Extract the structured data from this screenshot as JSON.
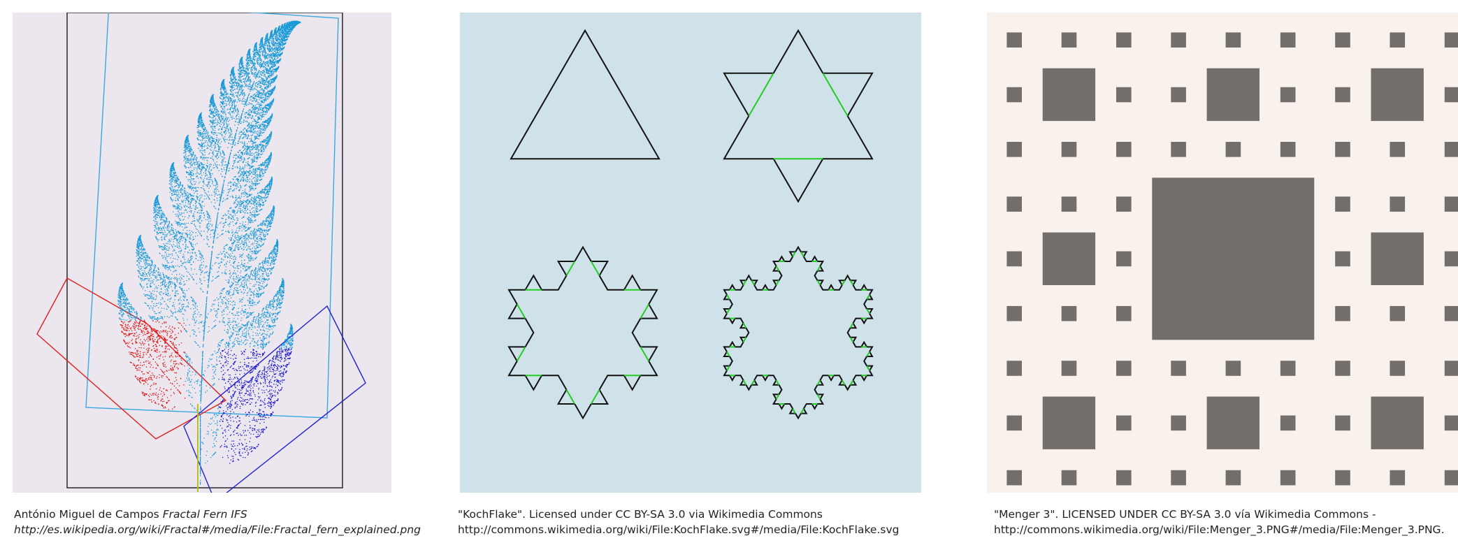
{
  "captions": {
    "fern": {
      "author": "António Miguel de Campos",
      "title": "Fractal Fern IFS",
      "url": "http://es.wikipedia.org/wiki/Fractal#/media/File:Fractal_fern_explained.png"
    },
    "koch": {
      "line1": "\"KochFlake\". Licensed under CC BY-SA 3.0 via Wikimedia Commons",
      "line2": "http://commons.wikimedia.org/wiki/File:KochFlake.svg#/media/File:KochFlake.svg"
    },
    "menger": {
      "line1": "\"Menger 3\". LICENSED UNDER CC BY-SA 3.0 vía Wikimedia Commons -",
      "line2": "http://commons.wikimedia.org/wiki/File:Menger_3.PNG#/media/File:Menger_3.PNG."
    }
  },
  "colors": {
    "fern_main": "#1a9ad6",
    "fern_left": "#e01010",
    "fern_right": "#1a1ad0",
    "koch_stroke": "#111111",
    "koch_highlight": "#22cc22",
    "menger_square": "#726e6c",
    "menger_bg": "#f8f1ec"
  }
}
